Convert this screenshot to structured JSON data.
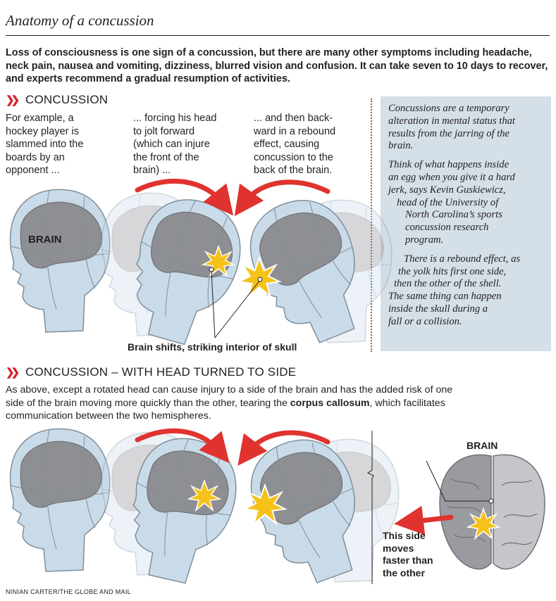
{
  "title": "Anatomy of a concussion",
  "intro": "Loss of consciousness is one sign of a concussion, but there are many other symptoms including headache, neck pain, nausea and vomiting, dizziness, blurred vision and confusion. It can take seven to 10 days to recover, and experts recommend a gradual resumption of activities.",
  "section1": {
    "heading": "CONCUSSION",
    "captions": [
      [
        "For example, a",
        "hockey player is",
        "slammed into the",
        "boards by an",
        "opponent ..."
      ],
      [
        "... forcing his head",
        "to jolt forward",
        "(which can injure",
        "the front of the",
        "brain) ..."
      ],
      [
        "... and then back-",
        "ward in a rebound",
        "effect, causing",
        "concussion to the",
        "back of the brain."
      ]
    ],
    "brain_label": "BRAIN",
    "shift_label": "Brain shifts, striking interior of skull"
  },
  "sidebar": {
    "lines": [
      "Concussions are a temporary",
      "alteration in mental status that",
      "results from the jarring of the",
      "brain.",
      "Think of what happens inside",
      "an egg when you give it a hard",
      "jerk, says Kevin Guskiewicz,",
      "head of the University of",
      "North Carolina’s sports",
      "concussion research",
      "program.",
      "There is a rebound effect, as",
      "the yolk hits first one side,",
      "then the other of the shell.",
      "The same thing can happen",
      "inside the skull during a",
      "fall or a collision."
    ]
  },
  "section2": {
    "heading": "CONCUSSION – WITH HEAD TURNED TO SIDE",
    "text_lines": [
      "As above, except a rotated head can cause injury to a side of the brain and has the added risk of one",
      "side of the brain moving more quickly than the other, tearing the ",
      "corpus callosum",
      ", which facilitates",
      "communication between the two hemispheres."
    ],
    "brain_label": "BRAIN",
    "side_label": [
      "This side",
      "moves",
      "faster than",
      "the other"
    ]
  },
  "credit": "NINIAN CARTER/THE GLOBE AND MAIL",
  "colors": {
    "accent_red": "#e0332f",
    "sidebar_bg": "#d5dfe8",
    "head_blue": "#b9cfe0",
    "brain_gray": "#8e8f93",
    "burst_yellow": "#f6c21a"
  }
}
